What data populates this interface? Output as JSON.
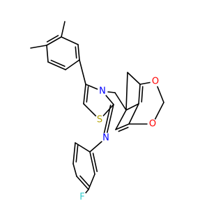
{
  "molecule": {
    "atoms": {
      "N_ring": {
        "text": "N",
        "color": "#0000ff"
      },
      "S_ring": {
        "text": "S",
        "color": "#b2a100"
      },
      "N_imine": {
        "text": "N",
        "color": "#0000ff"
      },
      "O_top": {
        "text": "O",
        "color": "#ff0000"
      },
      "O_bottom": {
        "text": "O",
        "color": "#ff0000"
      },
      "F": {
        "text": "F",
        "color": "#33cccc"
      }
    },
    "bond_color": "#000000",
    "background": "#ffffff"
  }
}
